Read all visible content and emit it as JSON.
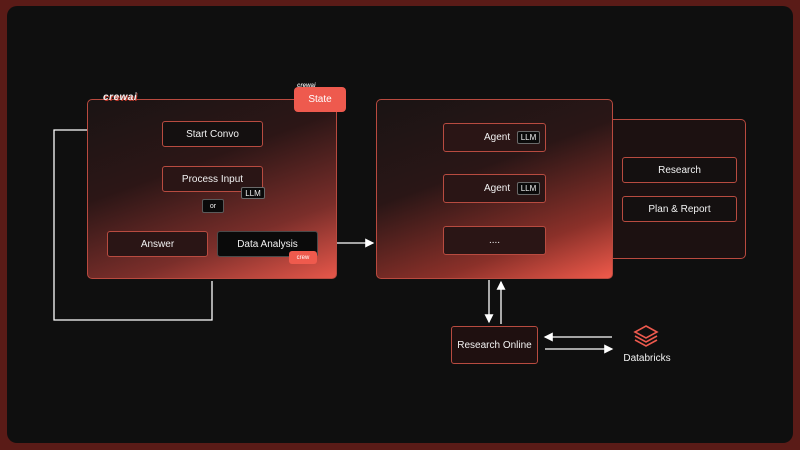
{
  "logo": {
    "text": "crewai"
  },
  "mini_logo": {
    "text": "crewai"
  },
  "state": {
    "label": "State"
  },
  "flow": {
    "start": "Start Convo",
    "process": "Process Input",
    "process_tag": "LLM",
    "or": "or",
    "answer": "Answer",
    "data_analysis": "Data Analysis",
    "crew_badge": "crew"
  },
  "agents": [
    {
      "label": "Agent",
      "tag": "LLM"
    },
    {
      "label": "Agent",
      "tag": "LLM"
    },
    {
      "label": "...."
    }
  ],
  "tasks": [
    "Research",
    "Plan & Report"
  ],
  "research_online": "Research Online",
  "databricks": {
    "label": "Databricks",
    "icon": "databricks-icon"
  },
  "colors": {
    "accent": "#ee5a4e",
    "border": "#b84b40",
    "background": "#0f0f0f",
    "frame": "#5a1b17"
  }
}
